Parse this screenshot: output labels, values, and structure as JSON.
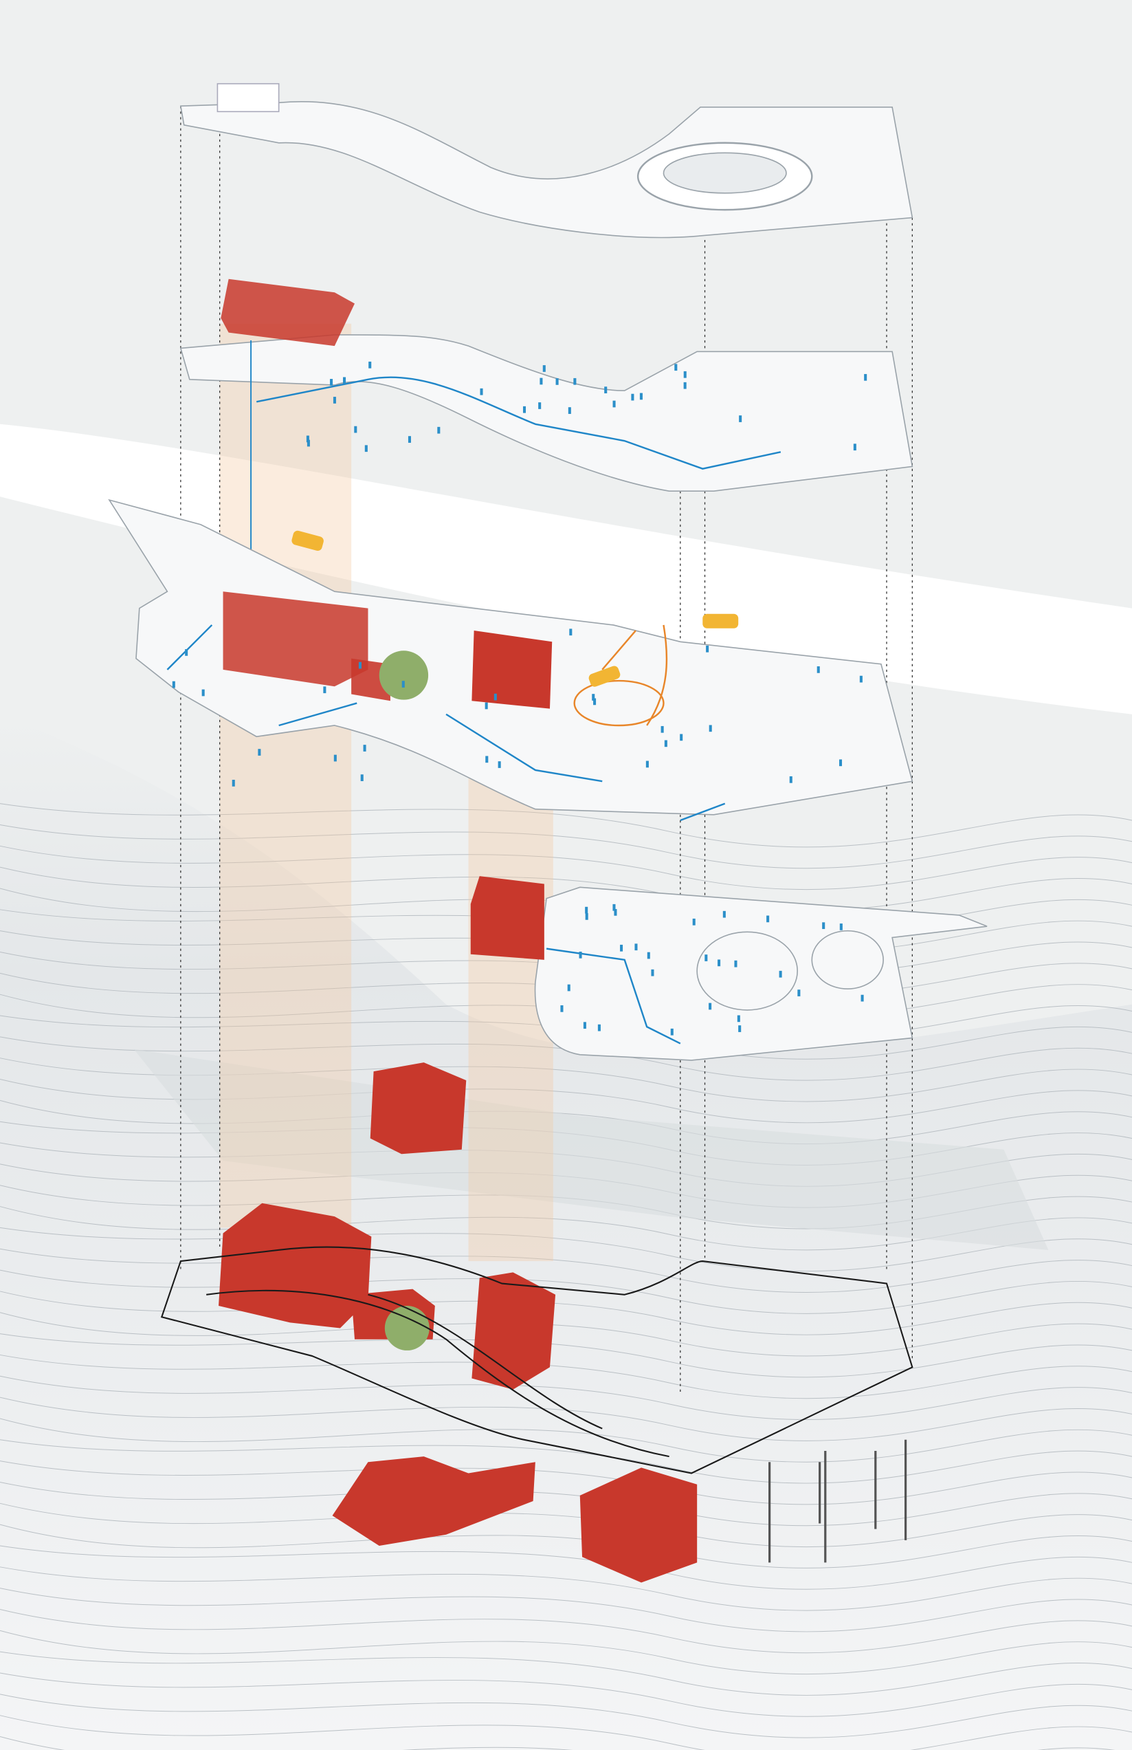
{
  "diagram": {
    "colors": {
      "background": "#eef0f0",
      "road": "#ffffff",
      "floor_plate": "#f7f8f9",
      "floor_edge": "#9aa3aa",
      "heritage_building": "#c8382c",
      "heritage_building_dark": "#9e2a20",
      "light_column": "#f3c9a0",
      "circulation": "#1f86c8",
      "people": "#2b8fc9",
      "vehicle_path": "#e8862a",
      "taxi": "#f2b533",
      "site_outline": "#1a1a1a",
      "contours": "#b9bfc4",
      "tree": "#8fae6a"
    },
    "layers": [
      "roof-track-level",
      "office-level",
      "plaza-level",
      "lower-level",
      "site-terrain"
    ]
  }
}
